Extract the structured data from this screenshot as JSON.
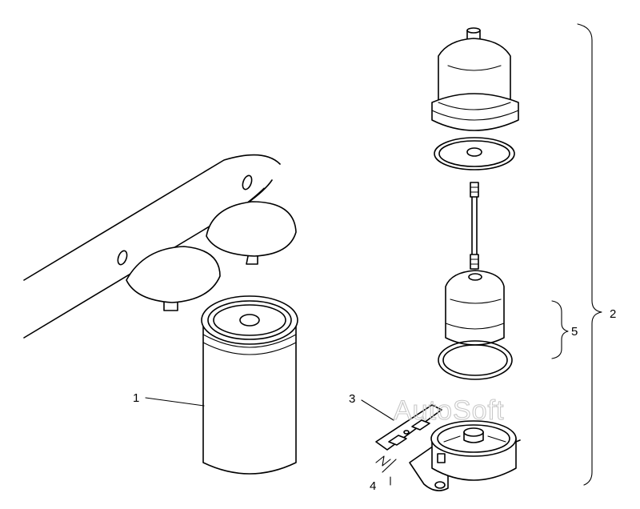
{
  "callouts": {
    "part_1": "1",
    "part_2": "2",
    "part_3": "3",
    "part_4": "4",
    "part_5": "5"
  },
  "watermark": "AutoSoft"
}
